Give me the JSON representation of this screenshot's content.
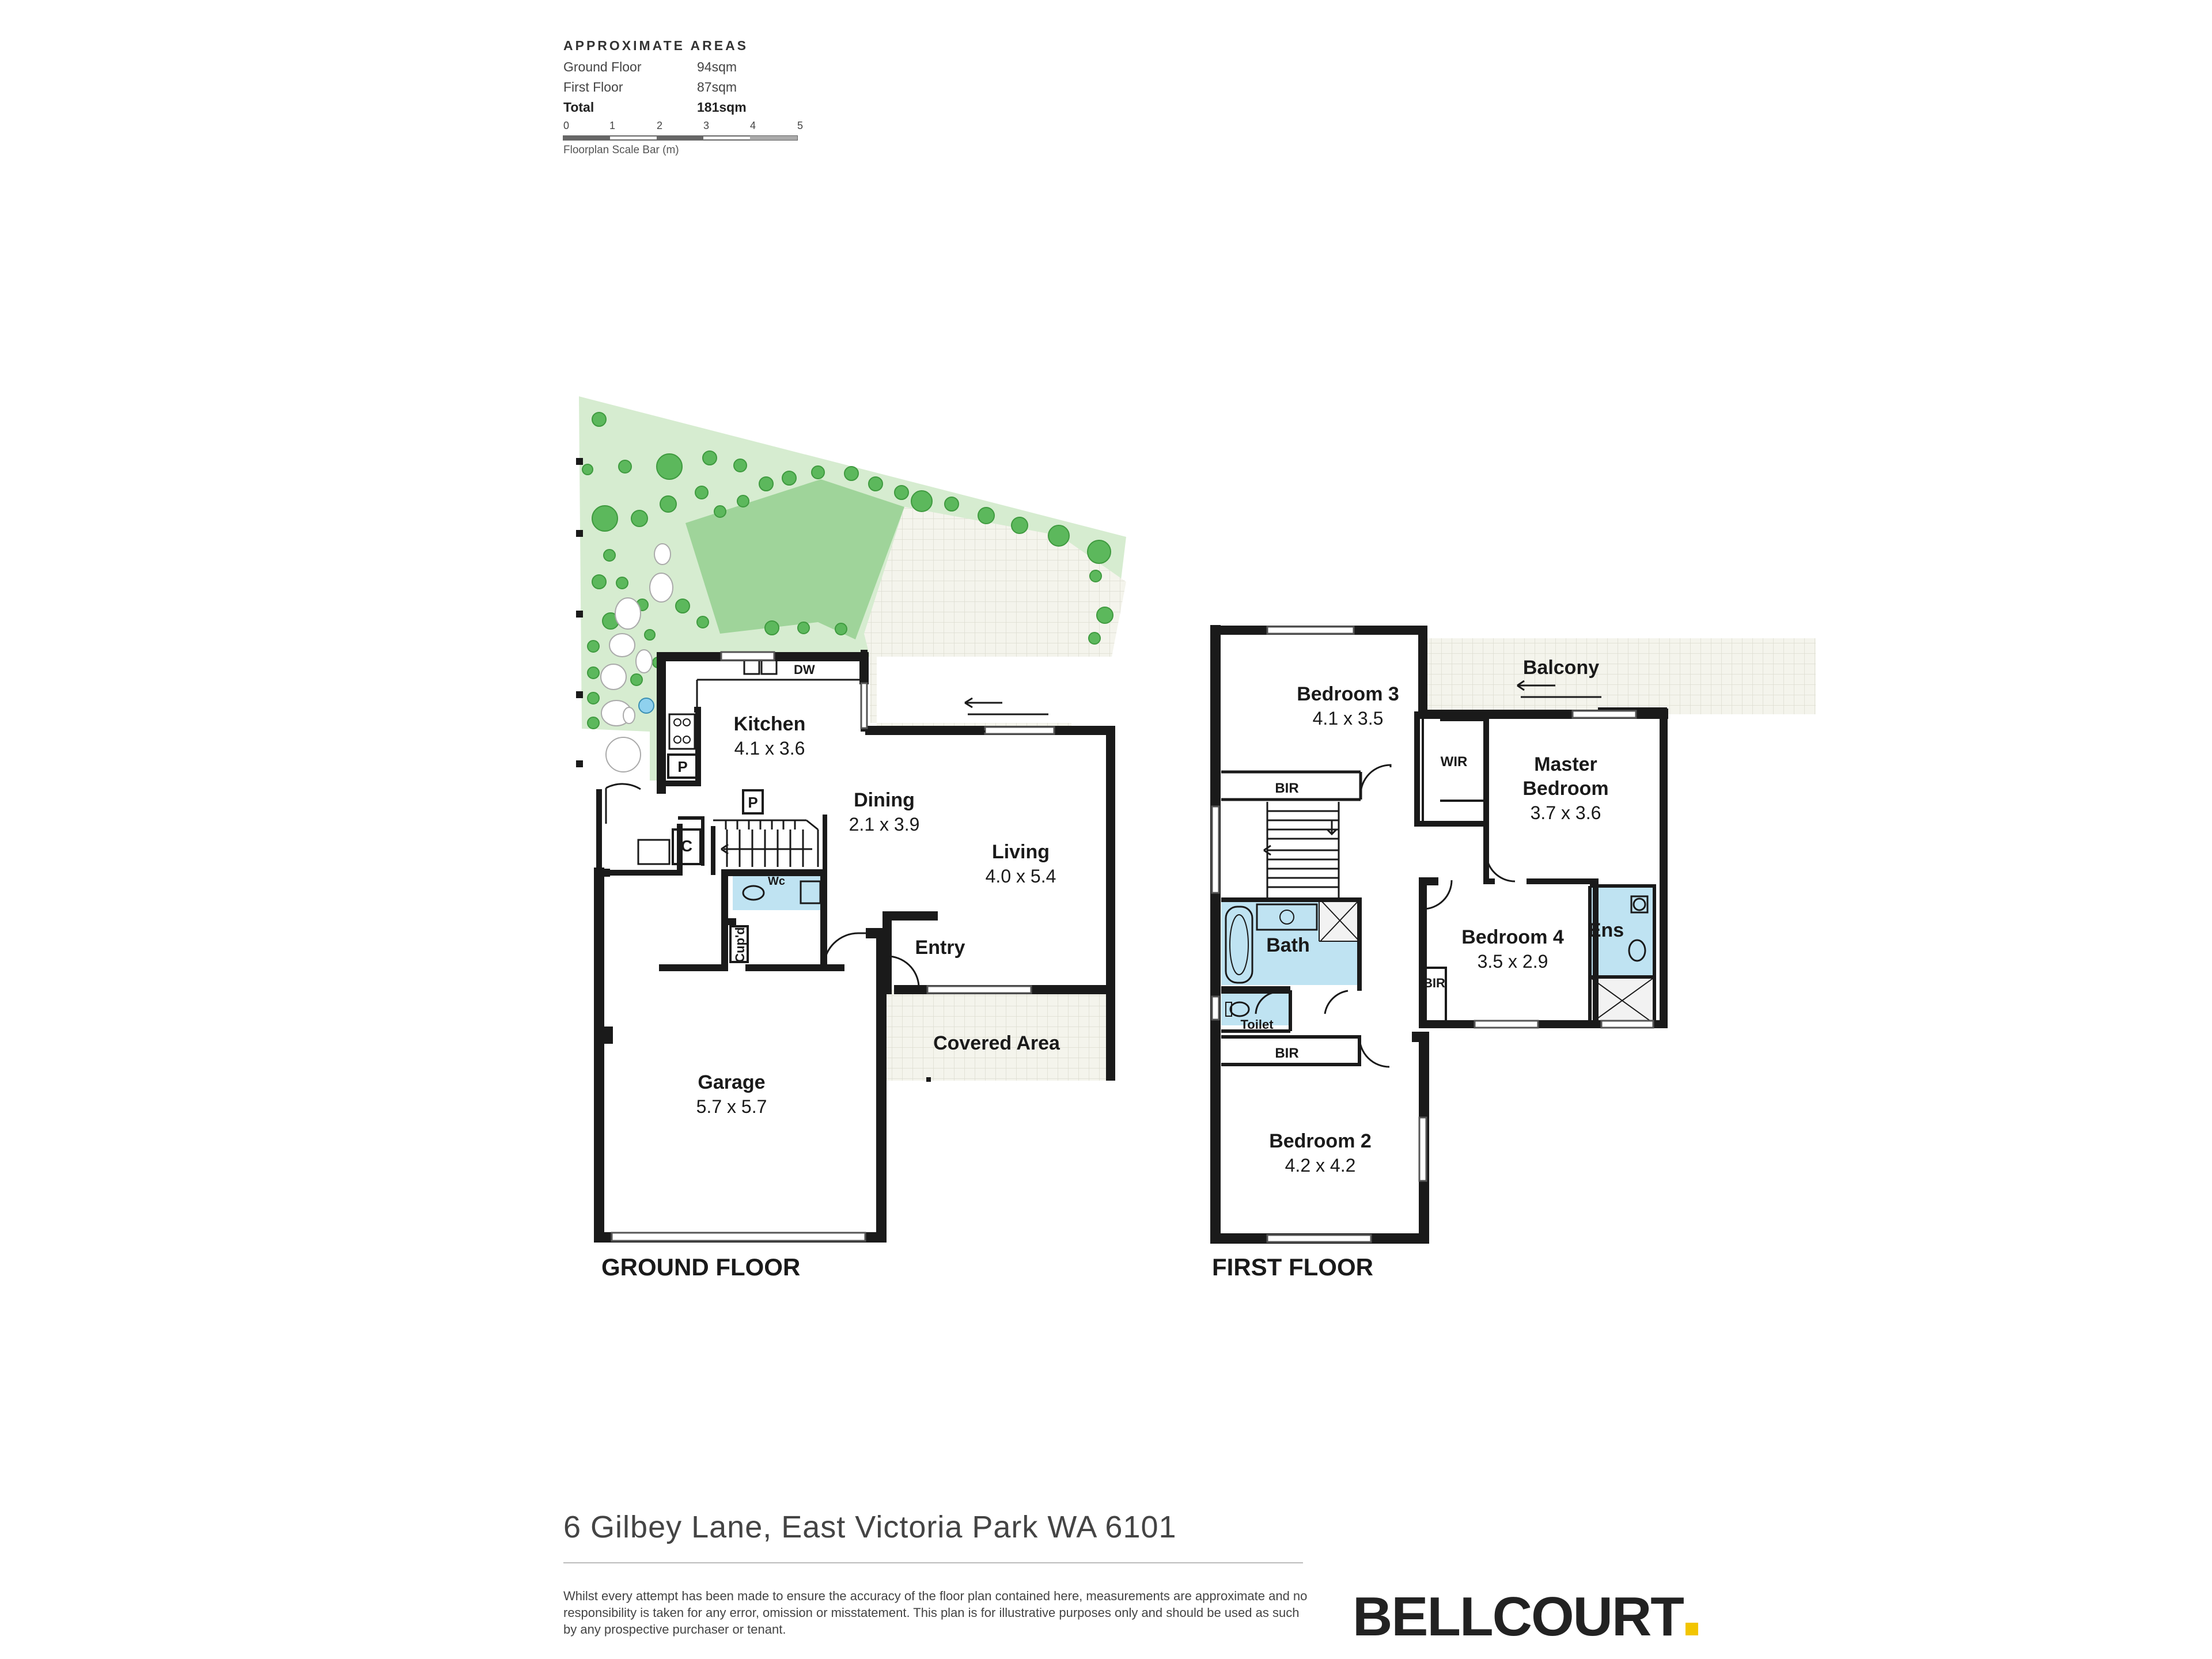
{
  "areas": {
    "heading": "APPROXIMATE AREAS",
    "rows": [
      {
        "label": "Ground Floor",
        "value": "94sqm"
      },
      {
        "label": "First Floor",
        "value": "87sqm"
      },
      {
        "label": "Total",
        "value": "181sqm"
      }
    ],
    "scale_ticks": [
      "0",
      "1",
      "2",
      "3",
      "4",
      "5"
    ],
    "scale_caption": "Floorplan Scale Bar (m)"
  },
  "ground_floor": {
    "label": "GROUND FLOOR",
    "rooms": [
      {
        "id": "kitchen",
        "name": "Kitchen",
        "size": "4.1 x 3.6"
      },
      {
        "id": "dining",
        "name": "Dining",
        "size": "2.1 x 3.9"
      },
      {
        "id": "living",
        "name": "Living",
        "size": "4.0 x 5.4"
      },
      {
        "id": "entry",
        "name": "Entry",
        "size": ""
      },
      {
        "id": "covered-area",
        "name": "Covered Area",
        "size": ""
      },
      {
        "id": "garage",
        "name": "Garage",
        "size": "5.7 x 5.7"
      }
    ],
    "small_labels": {
      "dw": "DW",
      "pantry": "P",
      "pantry2": "P",
      "cupboard": "C",
      "wc": "Wc",
      "cupd": "Cup'd"
    }
  },
  "first_floor": {
    "label": "FIRST FLOOR",
    "rooms": [
      {
        "id": "bedroom-3",
        "name": "Bedroom 3",
        "size": "4.1 x 3.5"
      },
      {
        "id": "balcony",
        "name": "Balcony",
        "size": ""
      },
      {
        "id": "master-bedroom",
        "name": "Master Bedroom",
        "name_line1": "Master",
        "name_line2": "Bedroom",
        "size": "3.7 x 3.6"
      },
      {
        "id": "bath",
        "name": "Bath",
        "size": ""
      },
      {
        "id": "bedroom-4",
        "name": "Bedroom 4",
        "size": "3.5 x 2.9"
      },
      {
        "id": "ensuite",
        "name": "Ens",
        "size": ""
      },
      {
        "id": "bedroom-2",
        "name": "Bedroom 2",
        "size": "4.2 x 4.2"
      }
    ],
    "small_labels": {
      "bir_b3": "BIR",
      "wir": "WIR",
      "toilet": "Toilet",
      "bir_b4": "BIR",
      "bir_b2": "BIR"
    }
  },
  "footer": {
    "address": "6 Gilbey Lane, East Victoria Park WA 6101",
    "disclaimer": "Whilst every attempt has been made to ensure the accuracy of the floor plan contained here, measurements are approximate and no responsibility is taken for any error, omission or misstatement. This plan is for illustrative purposes only and should be used as such by any prospective purchaser or tenant.",
    "brand": "BELLCOURT"
  },
  "colors": {
    "wall": "#1a1a1a",
    "garden": "#d6ecd0",
    "lawn": "#9fd49a",
    "tree": "#5cb85c",
    "paving": "#f3f3ea",
    "wet_area": "#bfe3f2",
    "brand_dot": "#f2c500"
  }
}
